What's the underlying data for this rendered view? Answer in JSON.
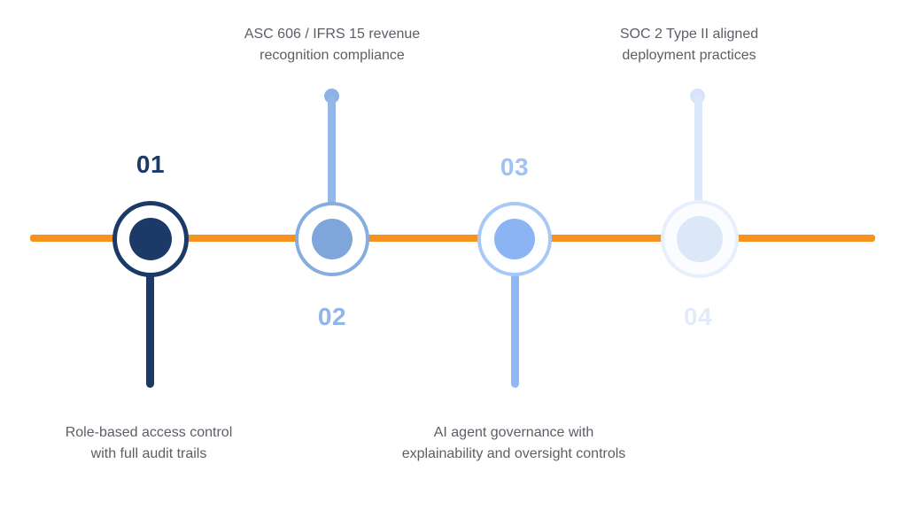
{
  "diagram": {
    "type": "timeline",
    "orientation": "horizontal",
    "axis_color": "#F6921E",
    "description_text_color": "#5A5F66",
    "background_color": "#FFFFFF",
    "milestones": [
      {
        "number": "01",
        "desc_line1": "Role-based access control",
        "desc_line2": "with full audit trails",
        "number_position": "above-node",
        "description_position": "below-axis",
        "colors": {
          "ring": "#1B3A68",
          "inner": "#1B3A68",
          "stem": "#1B3A68",
          "number": "#1B3A68"
        }
      },
      {
        "number": "02",
        "desc_line1": "ASC 606 / IFRS 15 revenue",
        "desc_line2": "recognition compliance",
        "number_position": "below-node",
        "description_position": "above-axis",
        "colors": {
          "ring": "#86ADDF",
          "inner": "#7EA6DA",
          "stem": "#93B8E8",
          "number": "#8FB5EA"
        }
      },
      {
        "number": "03",
        "desc_line1": "AI agent governance with",
        "desc_line2": "explainability and oversight controls",
        "number_position": "above-node",
        "description_position": "below-axis",
        "colors": {
          "ring": "#A8C9F8",
          "inner": "#8AB5F2",
          "stem": "#8FB9F4",
          "number": "#9FC3F7"
        }
      },
      {
        "number": "04",
        "desc_line1": "SOC 2 Type II aligned",
        "desc_line2": "deployment practices",
        "number_position": "below-node",
        "description_position": "above-axis",
        "colors": {
          "ring": "#E7EFFC",
          "inner": "#DCE7F8",
          "stem": "#DDE9FB",
          "number": "#E1EBF9"
        }
      }
    ]
  }
}
